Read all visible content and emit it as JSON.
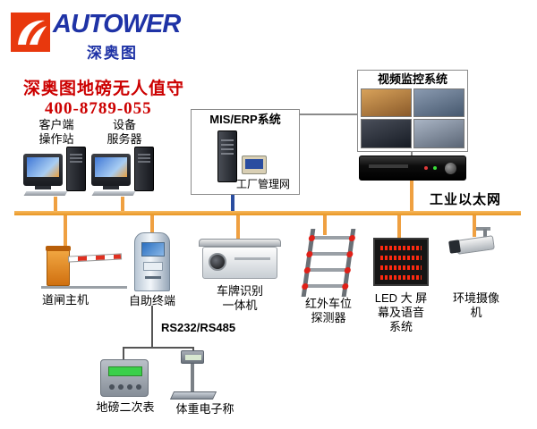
{
  "colors": {
    "ethernet_line": "#EFA041",
    "title_red": "#CC0000",
    "brand_blue": "#1F33A6",
    "logo_red": "#E8380D",
    "led_text_red": "#FF2A10"
  },
  "logo": {
    "brand": "AUTOWER",
    "brand_cn": "深奥图"
  },
  "header": {
    "title": "深奥图地磅无人值守",
    "phone": "400-8789-055"
  },
  "network": {
    "ethernet_label": "工业以太网",
    "serial_label": "RS232/RS485"
  },
  "boxes": {
    "mis": {
      "title": "MIS/ERP系统",
      "subnet": "工厂管理网"
    },
    "video": {
      "title": "视频监控系统"
    }
  },
  "devices": {
    "client": {
      "line1": "客户端",
      "line2": "操作站"
    },
    "server": {
      "line1": "设备",
      "line2": "服务器"
    },
    "barrier": {
      "label": "道闸主机"
    },
    "kiosk": {
      "label": "自助终端"
    },
    "lpr": {
      "line1": "车牌识别",
      "line2": "一体机"
    },
    "ir": {
      "line1": "红外车位",
      "line2": "探测器"
    },
    "led": {
      "line1": "LED 大 屏",
      "line2": "幕及语音",
      "line3": "系统"
    },
    "envcam": {
      "line1": "环境摄像",
      "line2": "机"
    },
    "indicator": {
      "label": "地磅二次表"
    },
    "scale": {
      "label": "体重电子称"
    }
  }
}
